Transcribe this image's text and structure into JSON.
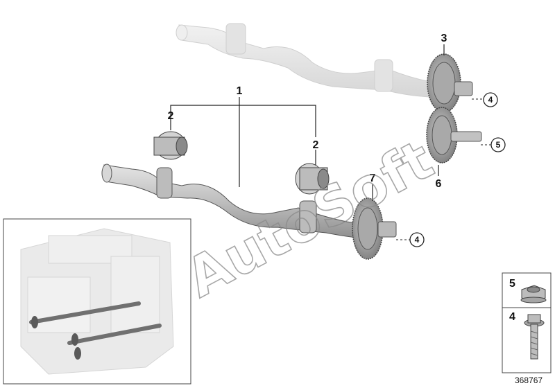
{
  "callouts": {
    "c1": "1",
    "c2a": "2",
    "c2b": "2",
    "c3": "3",
    "c4a": "4",
    "c4b": "4",
    "c5": "5",
    "c6": "6",
    "c7": "7"
  },
  "legend": {
    "item_top": "5",
    "item_bottom": "4"
  },
  "watermark": "AutoSoft",
  "diagram_number": "368767",
  "colors": {
    "part_fill": "#c9c9c9",
    "part_dark": "#8f8f8f",
    "ghost_fill": "#e6e6e6",
    "line": "#222222"
  }
}
